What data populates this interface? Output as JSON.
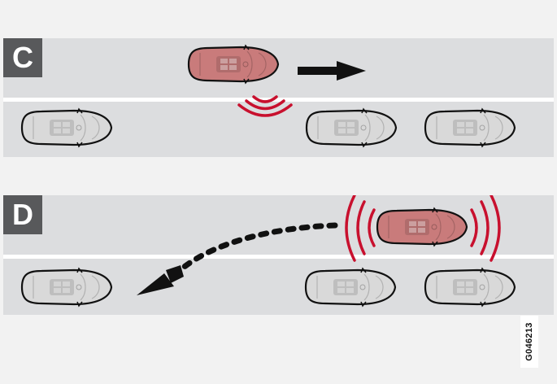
{
  "scenarios": [
    {
      "label": "C",
      "description_icons": [
        "ego-car-red",
        "motion-arrow-right",
        "sensor-waves-down",
        "parked-car",
        "parked-car",
        "parked-car"
      ]
    },
    {
      "label": "D",
      "description_icons": [
        "ego-car-red",
        "sensor-waves-both-sides",
        "dotted-path-arrow-left",
        "parked-car",
        "parked-car",
        "parked-car"
      ]
    }
  ],
  "figure_id": "G046213",
  "colors": {
    "background": "#f2f2f2",
    "lane": "#dcdddf",
    "lane_line": "#ffffff",
    "label_box": "#58595b",
    "ego_car": "#c97b7b",
    "parked_car": "#d9d9d9",
    "sensor_waves": "#c8102e",
    "arrow": "#111111"
  }
}
